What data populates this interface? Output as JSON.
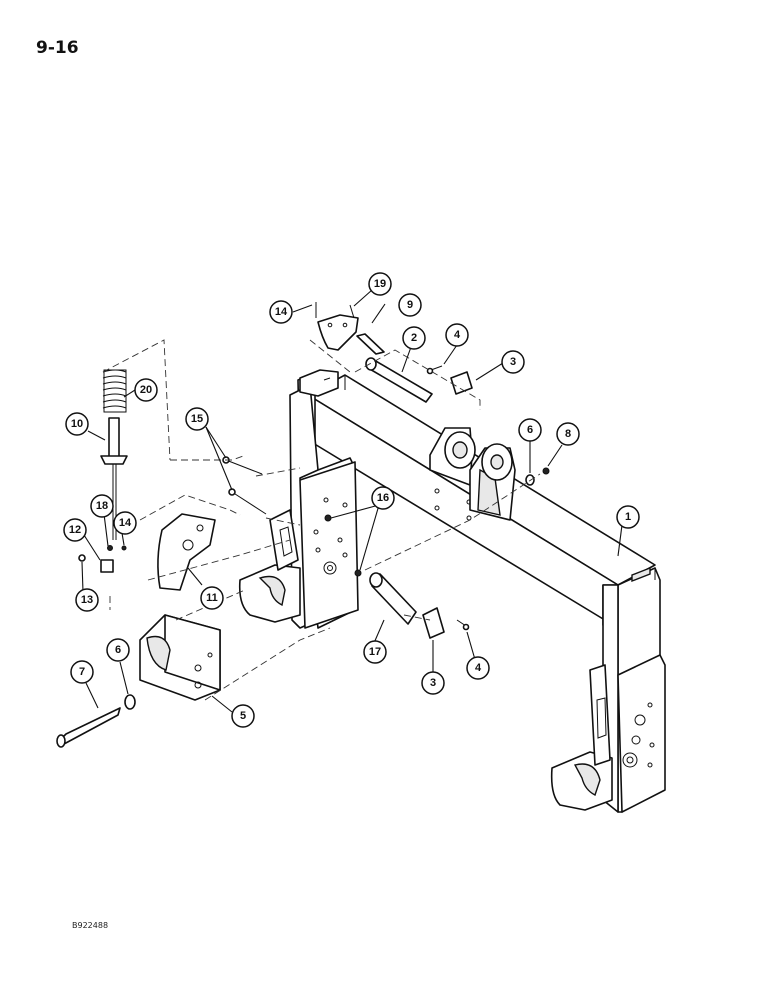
{
  "page": {
    "page_number": "9-16",
    "figure_code": "B922488"
  },
  "callouts": [
    {
      "id": "c1",
      "label": "1"
    },
    {
      "id": "c2",
      "label": "2"
    },
    {
      "id": "c3a",
      "label": "3"
    },
    {
      "id": "c3b",
      "label": "3"
    },
    {
      "id": "c4a",
      "label": "4"
    },
    {
      "id": "c4b",
      "label": "4"
    },
    {
      "id": "c5",
      "label": "5"
    },
    {
      "id": "c6a",
      "label": "6"
    },
    {
      "id": "c6b",
      "label": "6"
    },
    {
      "id": "c7",
      "label": "7"
    },
    {
      "id": "c8",
      "label": "8"
    },
    {
      "id": "c9",
      "label": "9"
    },
    {
      "id": "c10",
      "label": "10"
    },
    {
      "id": "c11",
      "label": "11"
    },
    {
      "id": "c12",
      "label": "12"
    },
    {
      "id": "c13",
      "label": "13"
    },
    {
      "id": "c14a",
      "label": "14"
    },
    {
      "id": "c14b",
      "label": "14"
    },
    {
      "id": "c15",
      "label": "15"
    },
    {
      "id": "c16",
      "label": "16"
    },
    {
      "id": "c17",
      "label": "17"
    },
    {
      "id": "c18",
      "label": "18"
    },
    {
      "id": "c19",
      "label": "19"
    },
    {
      "id": "c20",
      "label": "20"
    }
  ]
}
